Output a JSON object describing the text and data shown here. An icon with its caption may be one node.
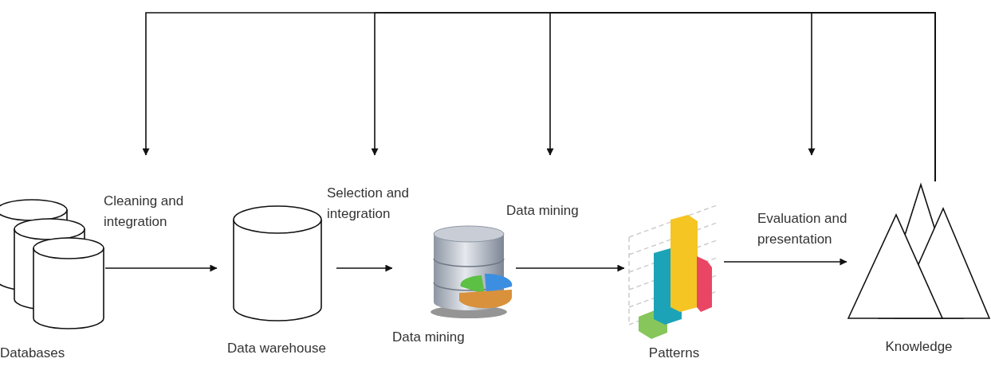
{
  "diagram": {
    "nodes": [
      {
        "text": [
          "Databases"
        ]
      },
      {
        "text": [
          "Data warehouse"
        ]
      },
      {
        "text": [
          "Data mining"
        ]
      },
      {
        "text": [
          "Patterns"
        ]
      },
      {
        "text": [
          "Knowledge"
        ]
      }
    ],
    "edges": [
      {
        "from": 0,
        "to": 1,
        "arrow": "to",
        "label": "Cleaning and integration"
      },
      {
        "from": 1,
        "to": 2,
        "arrow": "to",
        "label": "Selection and integration"
      },
      {
        "from": 2,
        "to": 3,
        "arrow": "to",
        "label": "Data mining"
      },
      {
        "from": 3,
        "to": 4,
        "arrow": "to",
        "label": "Evaluation and presentation"
      },
      {
        "from": 4,
        "to": null,
        "arrow": "to"
      },
      {
        "from": 4,
        "to": null,
        "arrow": "to"
      },
      {
        "from": 4,
        "to": null,
        "arrow": "to"
      },
      {
        "from": 4,
        "to": null,
        "arrow": "to"
      }
    ]
  }
}
